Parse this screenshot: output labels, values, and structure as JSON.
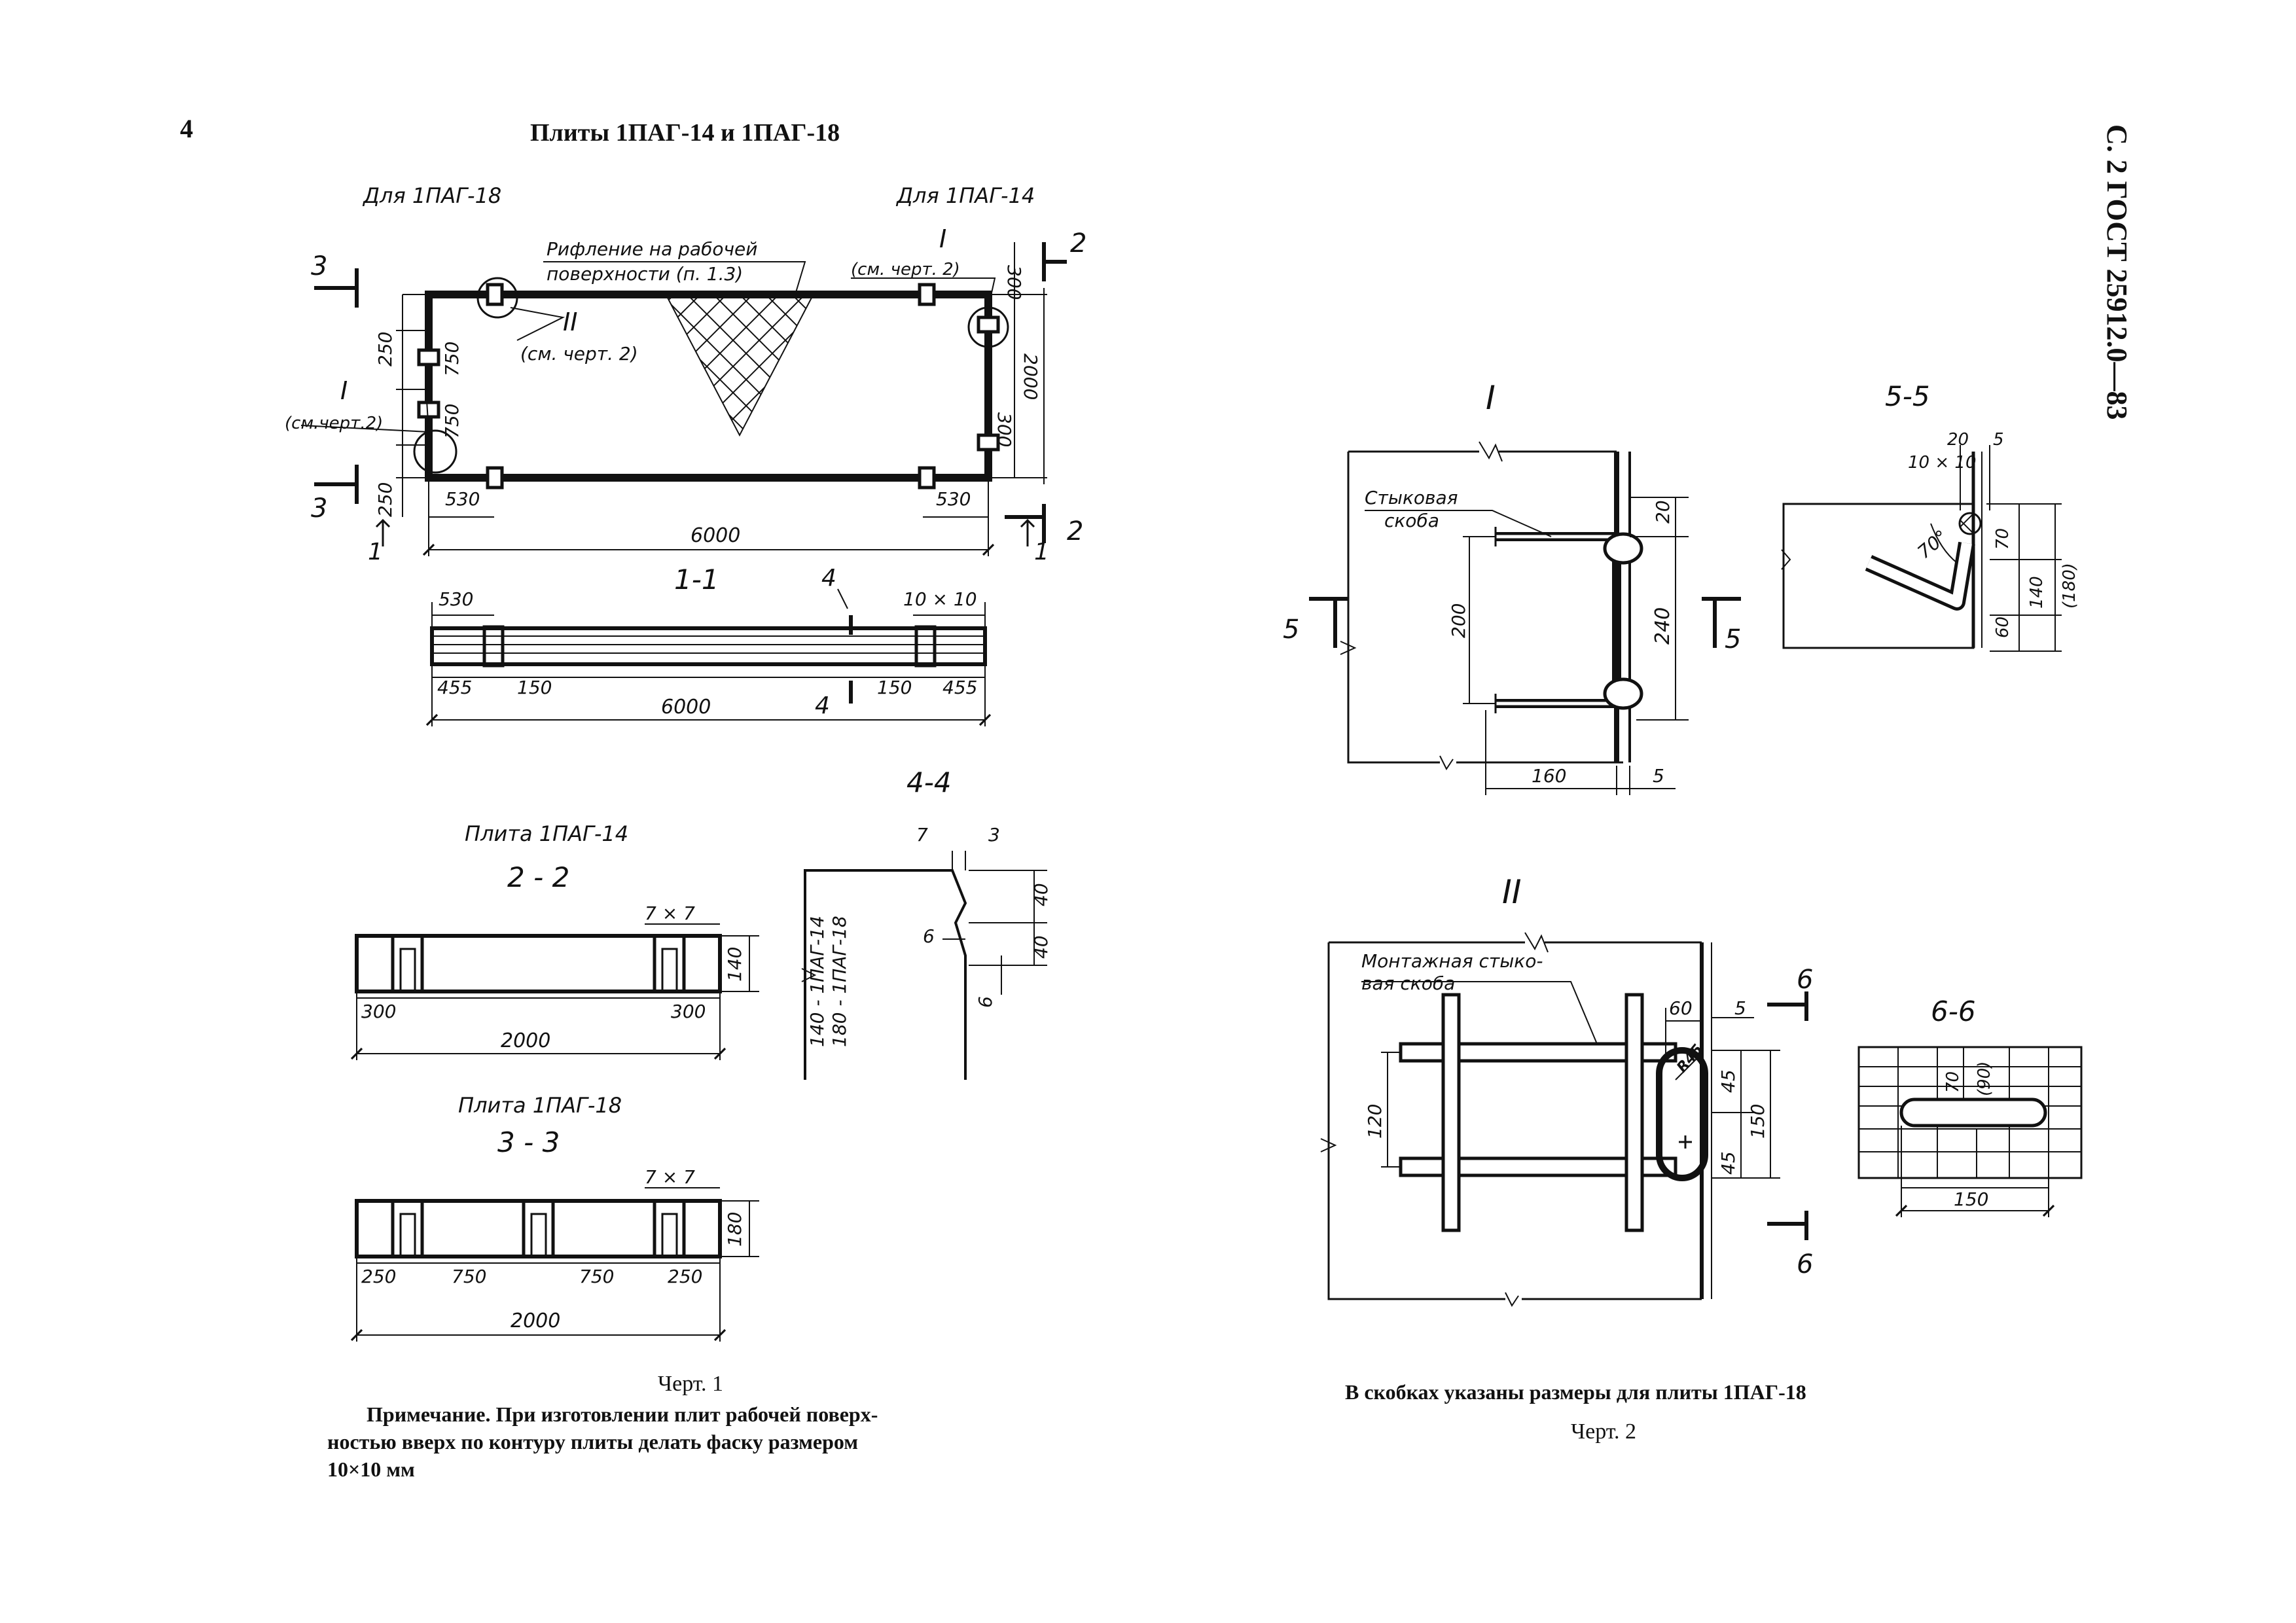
{
  "header": {
    "page_number": "4",
    "title": "Плиты 1ПАГ-14 и 1ПАГ-18",
    "gost_vertical": "С. 2 ГОСТ 25912.0—83"
  },
  "drawing1": {
    "label_for_18": "Для 1ПАГ-18",
    "label_for_14": "Для 1ПАГ-14",
    "corrugation_1": "Рифление на рабочей",
    "corrugation_2": "поверхности (п. 1.3)",
    "view_I_right": "I",
    "see_ch2_right": "(см. черт. 2)",
    "view_II": "II",
    "see_ch2_mid": "(см. черт. 2)",
    "view_I_left": "I",
    "see_ch2_left": "(см.черт.2)",
    "sec_3_top": "3",
    "sec_3_bot": "3",
    "sec_2_top": "2",
    "sec_2_bot": "2",
    "sec_1_left": "1",
    "sec_1_right": "1",
    "dim_250_top": "250",
    "dim_750_a": "750",
    "dim_750_b": "750",
    "dim_250_bot": "250",
    "dim_300_top": "300",
    "dim_2000_v": "2000",
    "dim_300_bot": "300",
    "dim_530_left": "530",
    "dim_530_right": "530",
    "dim_6000": "6000"
  },
  "section11": {
    "title": "1-1",
    "dim_530": "530",
    "dim_10x10": "10 × 10",
    "dim_455_l": "455",
    "dim_150_l": "150",
    "dim_150_r": "150",
    "dim_455_r": "455",
    "dim_6000": "6000",
    "sec_4_top": "4",
    "sec_4_bot": "4"
  },
  "section44": {
    "title": "4-4",
    "dim_7": "7",
    "dim_3": "3",
    "dim_40_top": "40",
    "dim_40_bot": "40",
    "dim_6_left": "6",
    "dim_6_right": "6",
    "thick_1": "140 - 1ПАГ-14",
    "thick_2": "180 - 1ПАГ-18"
  },
  "section22": {
    "plate_label": "Плита 1ПАГ-14",
    "title": "2 - 2",
    "dim_7x7": "7 × 7",
    "dim_140": "140",
    "dim_300_l": "300",
    "dim_300_r": "300",
    "dim_2000": "2000"
  },
  "section33": {
    "plate_label": "Плита 1ПАГ-18",
    "title": "3 - 3",
    "dim_7x7": "7 × 7",
    "dim_180": "180",
    "dim_250_l": "250",
    "dim_750_a": "750",
    "dim_750_b": "750",
    "dim_250_r": "250",
    "dim_2000": "2000"
  },
  "caption1": {
    "title": "Черт. 1",
    "note_1": "Примечание. При изготовлении плит рабочей поверх-",
    "note_2": "ностью вверх по контуру плиты делать фаску размером",
    "note_3": "10×10 мм"
  },
  "detailI": {
    "title": "I",
    "label_1": "Стыковая",
    "label_2": "скоба",
    "dim_20": "20",
    "dim_200": "200",
    "dim_240": "240",
    "dim_160": "160",
    "dim_5": "5",
    "sec_5_left": "5",
    "sec_5_right": "5"
  },
  "section55": {
    "title": "5-5",
    "dim_20": "20",
    "dim_5": "5",
    "dim_10x10": "10 × 10",
    "angle": "70°",
    "dim_70": "70",
    "dim_60": "60",
    "dim_140": "140",
    "dim_180": "(180)"
  },
  "detailII": {
    "title": "II",
    "label_1": "Монтажная стыко-",
    "label_2": "вая скоба",
    "dim_60": "60",
    "dim_5": "5",
    "dim_R": "R45",
    "dim_45_top": "45",
    "dim_45_bot": "45",
    "dim_150": "150",
    "dim_120": "120",
    "sec_6_top": "6",
    "sec_6_bot": "6"
  },
  "section66": {
    "title": "6-6",
    "dim_70": "70",
    "dim_90": "(90)",
    "dim_150": "150"
  },
  "caption2": {
    "note": "В скобках указаны размеры для плиты 1ПАГ-18",
    "title": "Черт. 2"
  }
}
